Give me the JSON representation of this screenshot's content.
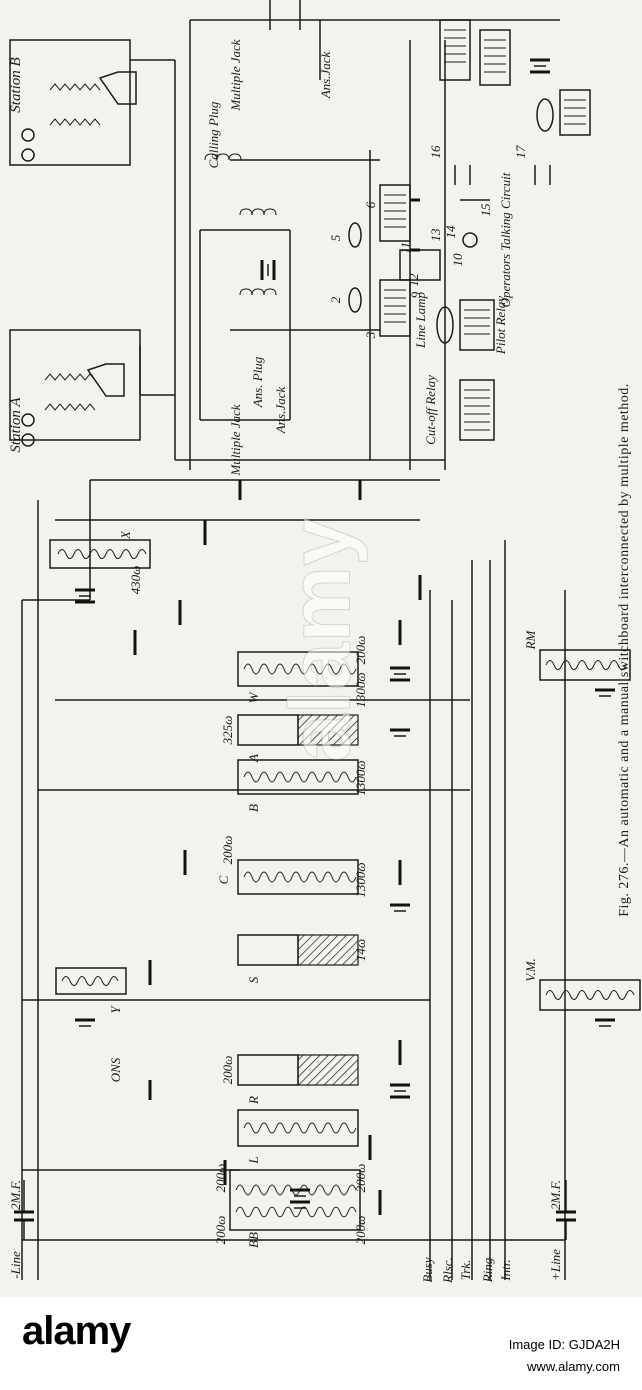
{
  "caption": "Fig. 276.—An automatic and a manual switchboard interconnected by multiple method.",
  "watermark": "alamy",
  "footer": {
    "brand": "alamy",
    "image_id_label": "Image ID: GJDA2H",
    "url": "www.alamy.com"
  },
  "labels": {
    "station_a": "Station A",
    "station_b": "Station B",
    "multiple_jack_a": "Multiple Jack",
    "ans_plug": "Ans. Plug",
    "ans_jack_a": "Ans.Jack",
    "cutoff_relay": "Cut-off Relay",
    "line_lamp": "Line Lamp",
    "pilot_relay": "Pilot Relay",
    "calling_plug": "Calling Plug",
    "multiple_jack_b": "Multiple Jack",
    "ans_jack_b": "Ans.Jack",
    "operators_talking": "Operators Talking Circuit",
    "line_neg": "-Line",
    "line_pos": "+Line",
    "cap_2mf_top": "2M.F.",
    "cap_2mf_bottom": "2M.F.",
    "busy": "Busy",
    "rlsc": "Rlsc.",
    "trk": "Trk.",
    "ring": "Ring",
    "intr": "Intr.",
    "relay_bb": "BB",
    "relay_l": "L",
    "relay_r": "R",
    "relay_s": "S",
    "relay_c": "C",
    "relay_b": "B",
    "relay_a": "A",
    "relay_w": "W",
    "relay_x": "X",
    "relay_y": "Y",
    "relay_rm": "RM",
    "relay_vm": "V.M.",
    "ons": "ONS",
    "ohm_200_a": "200ω",
    "ohm_200_b": "200ω",
    "ohm_200_c": "200ω",
    "ohm_200_d": "200ω",
    "ohm_200_r": "200ω",
    "ohm_1300_c": "1300ω",
    "ohm_200_c2": "200ω",
    "ohm_14": "14ω",
    "ohm_1300_b": "1300ω",
    "ohm_325": "325ω",
    "ohm_1300_w": "1300ω",
    "ohm_200_w": "200ω",
    "ohm_430": "430ω",
    "n2": "2",
    "n3": "3",
    "n5": "5",
    "n6": "6",
    "n9": "9",
    "n10": "10",
    "n11": "11",
    "n12": "12",
    "n13": "13",
    "n14": "14",
    "n15": "15",
    "n16": "16",
    "n17": "17"
  }
}
